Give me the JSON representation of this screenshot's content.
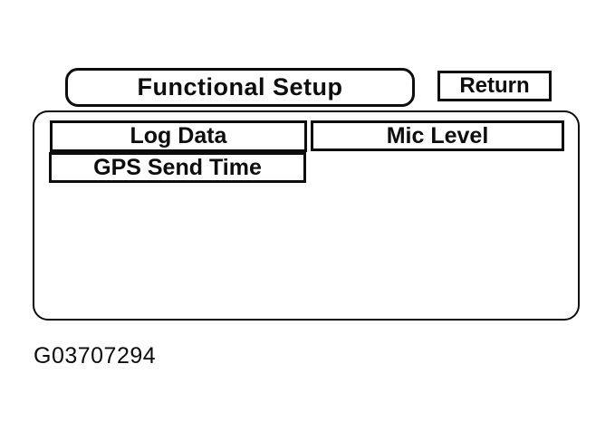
{
  "page": {
    "background": "#ffffff",
    "ink": "#0d0d0d"
  },
  "header": {
    "title": "Functional Setup",
    "return_label": "Return"
  },
  "panel": {
    "buttons": [
      {
        "id": "log-data",
        "label": "Log Data"
      },
      {
        "id": "mic-level",
        "label": "Mic Level"
      },
      {
        "id": "gps-send-time",
        "label": "GPS Send Time"
      }
    ]
  },
  "caption": {
    "figure_id": "G03707294"
  }
}
